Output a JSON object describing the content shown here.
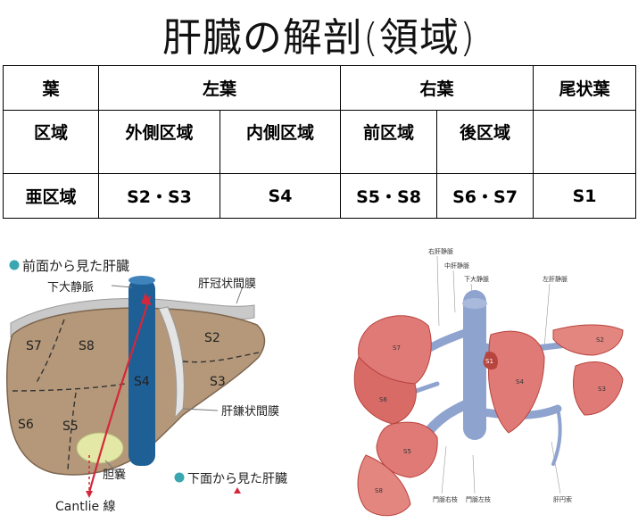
{
  "title": "肝臓の解剖(領域)",
  "table": {
    "header": [
      "葉",
      "左葉",
      "右葉",
      "尾状葉"
    ],
    "region_row": {
      "label": "区域",
      "cells": [
        "外側区域",
        "内側区域",
        "前区域",
        "後区域",
        ""
      ]
    },
    "subregion_row": {
      "label": "亜区域",
      "cells": [
        "S2・S3",
        "S4",
        "S5・S8",
        "S6・S7",
        "S1"
      ]
    }
  },
  "left_figure": {
    "front_view_label": "前面から見た肝臓",
    "bottom_view_label": "下面から見た肝臓",
    "ivc_label": "下大静脈",
    "coronary_ligament_label": "肝冠状間膜",
    "falciform_ligament_label": "肝鎌状間膜",
    "gallbladder_label": "胆嚢",
    "cantlie_label": "Cantlie 線",
    "segments": {
      "s2": "S2",
      "s3": "S3",
      "s4": "S4",
      "s5": "S5",
      "s6": "S6",
      "s7": "S7",
      "s8": "S8"
    },
    "colors": {
      "liver": "#b49879",
      "bullet": "#3aa6b0",
      "ivc": "#1e5f96",
      "cantlie": "#d4283a",
      "gallbladder": "#e3e8a7"
    }
  },
  "right_figure": {
    "labels": {
      "right_hepatic_vein": "右肝静脈",
      "middle_hepatic_vein": "中肝静脈",
      "ivc": "下大静脈",
      "left_hepatic_vein": "左肝静脈",
      "portal_right": "門脈右枝",
      "portal_left": "門脈左枝",
      "round_ligament": "肝円索"
    },
    "segments": {
      "s1": "S1",
      "s2": "S2",
      "s3": "S3",
      "s4": "S4",
      "s5": "S5",
      "s6": "S6",
      "s7": "S7",
      "s8": "S8"
    },
    "colors": {
      "segment": "#e07a76",
      "segment_dark": "#b8443e",
      "vessel": "#8fa3cf"
    }
  }
}
